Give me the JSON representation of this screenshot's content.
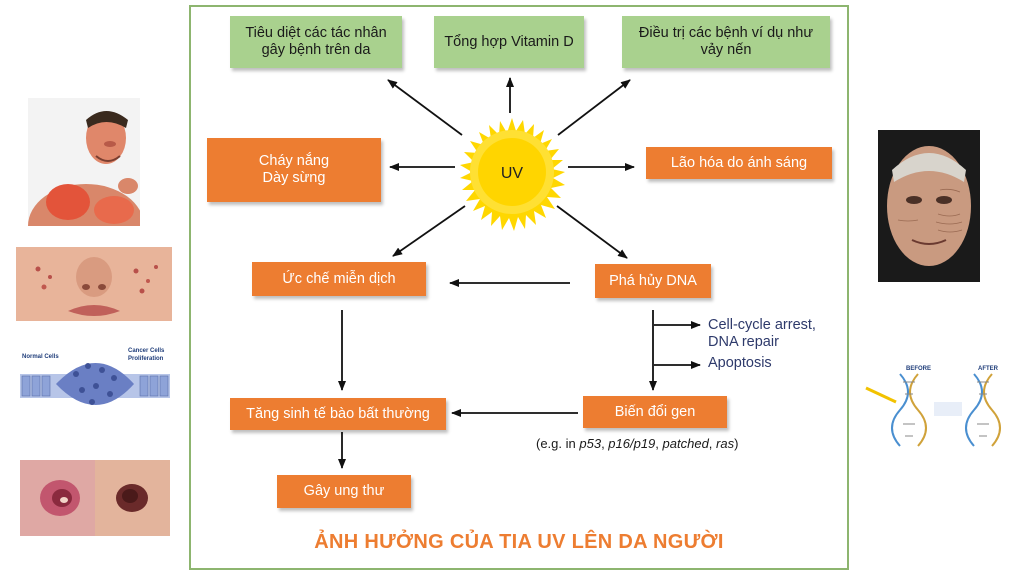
{
  "title": "ẢNH HƯỞNG CỦA TIA UV LÊN DA NGƯỜI",
  "center": {
    "label": "UV"
  },
  "boxes": {
    "kill_pathogens": "Tiêu diệt các tác nhân\ngây bệnh trên da",
    "vitamin_d": "Tổng hợp Vitamin D",
    "treat_diseases": "Điều trị các bệnh ví dụ như\nvảy nến",
    "sunburn": "Cháy nắng\nDày sừng",
    "photoaging": "Lão hóa do ánh sáng",
    "immune_suppression": "Ức chế miễn dịch",
    "dna_damage": "Phá hủy DNA",
    "abnormal_proliferation": "Tăng sinh tế bào bất thường",
    "gene_mutation": "Biến đổi gen",
    "cancer": "Gây ung thư"
  },
  "notes": {
    "cell_cycle": "Cell-cycle arrest,\nDNA repair",
    "apoptosis": "Apoptosis",
    "genes_caption": {
      "prefix": "(e.g. in ",
      "g1": "p53",
      "sep1": ", ",
      "g2": "p16/p19",
      "sep2": ", ",
      "g3": "patched",
      "sep3": ", ",
      "g4": "ras",
      "suffix": ")"
    }
  },
  "images": {
    "cells": {
      "normal": "Normal Cells",
      "cancer": "Cancer Cells",
      "proliferation": "Proliferation"
    },
    "dna": {
      "before": "BEFORE",
      "after": "AFTER"
    }
  },
  "colors": {
    "orange": "#ed7d31",
    "green": "#a9d18e",
    "border": "#8db56f",
    "sun": "#ffd700"
  }
}
